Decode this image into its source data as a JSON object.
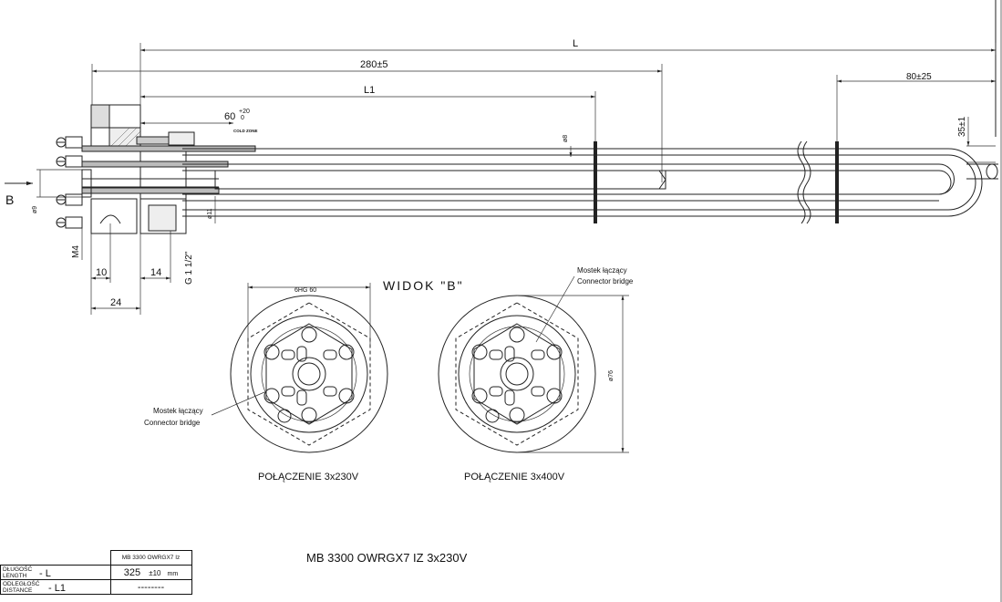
{
  "dimensions": {
    "L": "L",
    "d280": "280±5",
    "L1": "L1",
    "d60": "60",
    "d60_tol_up": "+20",
    "d60_tol_down": "0",
    "cold_zone": "COLD ZONE",
    "d80": "80±25",
    "d35": "35±1",
    "phi8": "ø8",
    "phi9": "ø9",
    "phi11": "ø11",
    "m4": "M4",
    "thread": "G 1 1/2\"",
    "d10": "10",
    "d14": "14",
    "d24": "24",
    "view_arrow": "B",
    "hex": "6HG 60",
    "phi76": "ø76"
  },
  "view_title": "WIDOK \"B\"",
  "connector_left": {
    "pl": "Mostek łączący",
    "en": "Connector bridge"
  },
  "connector_right": {
    "pl": "Mostek łączący",
    "en": "Connector bridge"
  },
  "connections": {
    "left": "POŁĄCZENIE  3x230V",
    "right": "POŁĄCZENIE  3x400V"
  },
  "model_note": "MB 3300 OWRGX7 IZ 3x230V",
  "spec_table": {
    "model": "MB 3300 OWRGX7 Iz",
    "row1_label_pl": "DŁUGOŚĆ",
    "row1_label_en": "LENGTH",
    "row1_symbol": "- L",
    "row1_value": "325",
    "row1_tol": "±10",
    "row1_unit": "mm",
    "row2_label_pl": "ODLEGŁOŚĆ",
    "row2_label_en": "DISTANCE",
    "row2_symbol": "- L1",
    "row2_value": "--------"
  }
}
